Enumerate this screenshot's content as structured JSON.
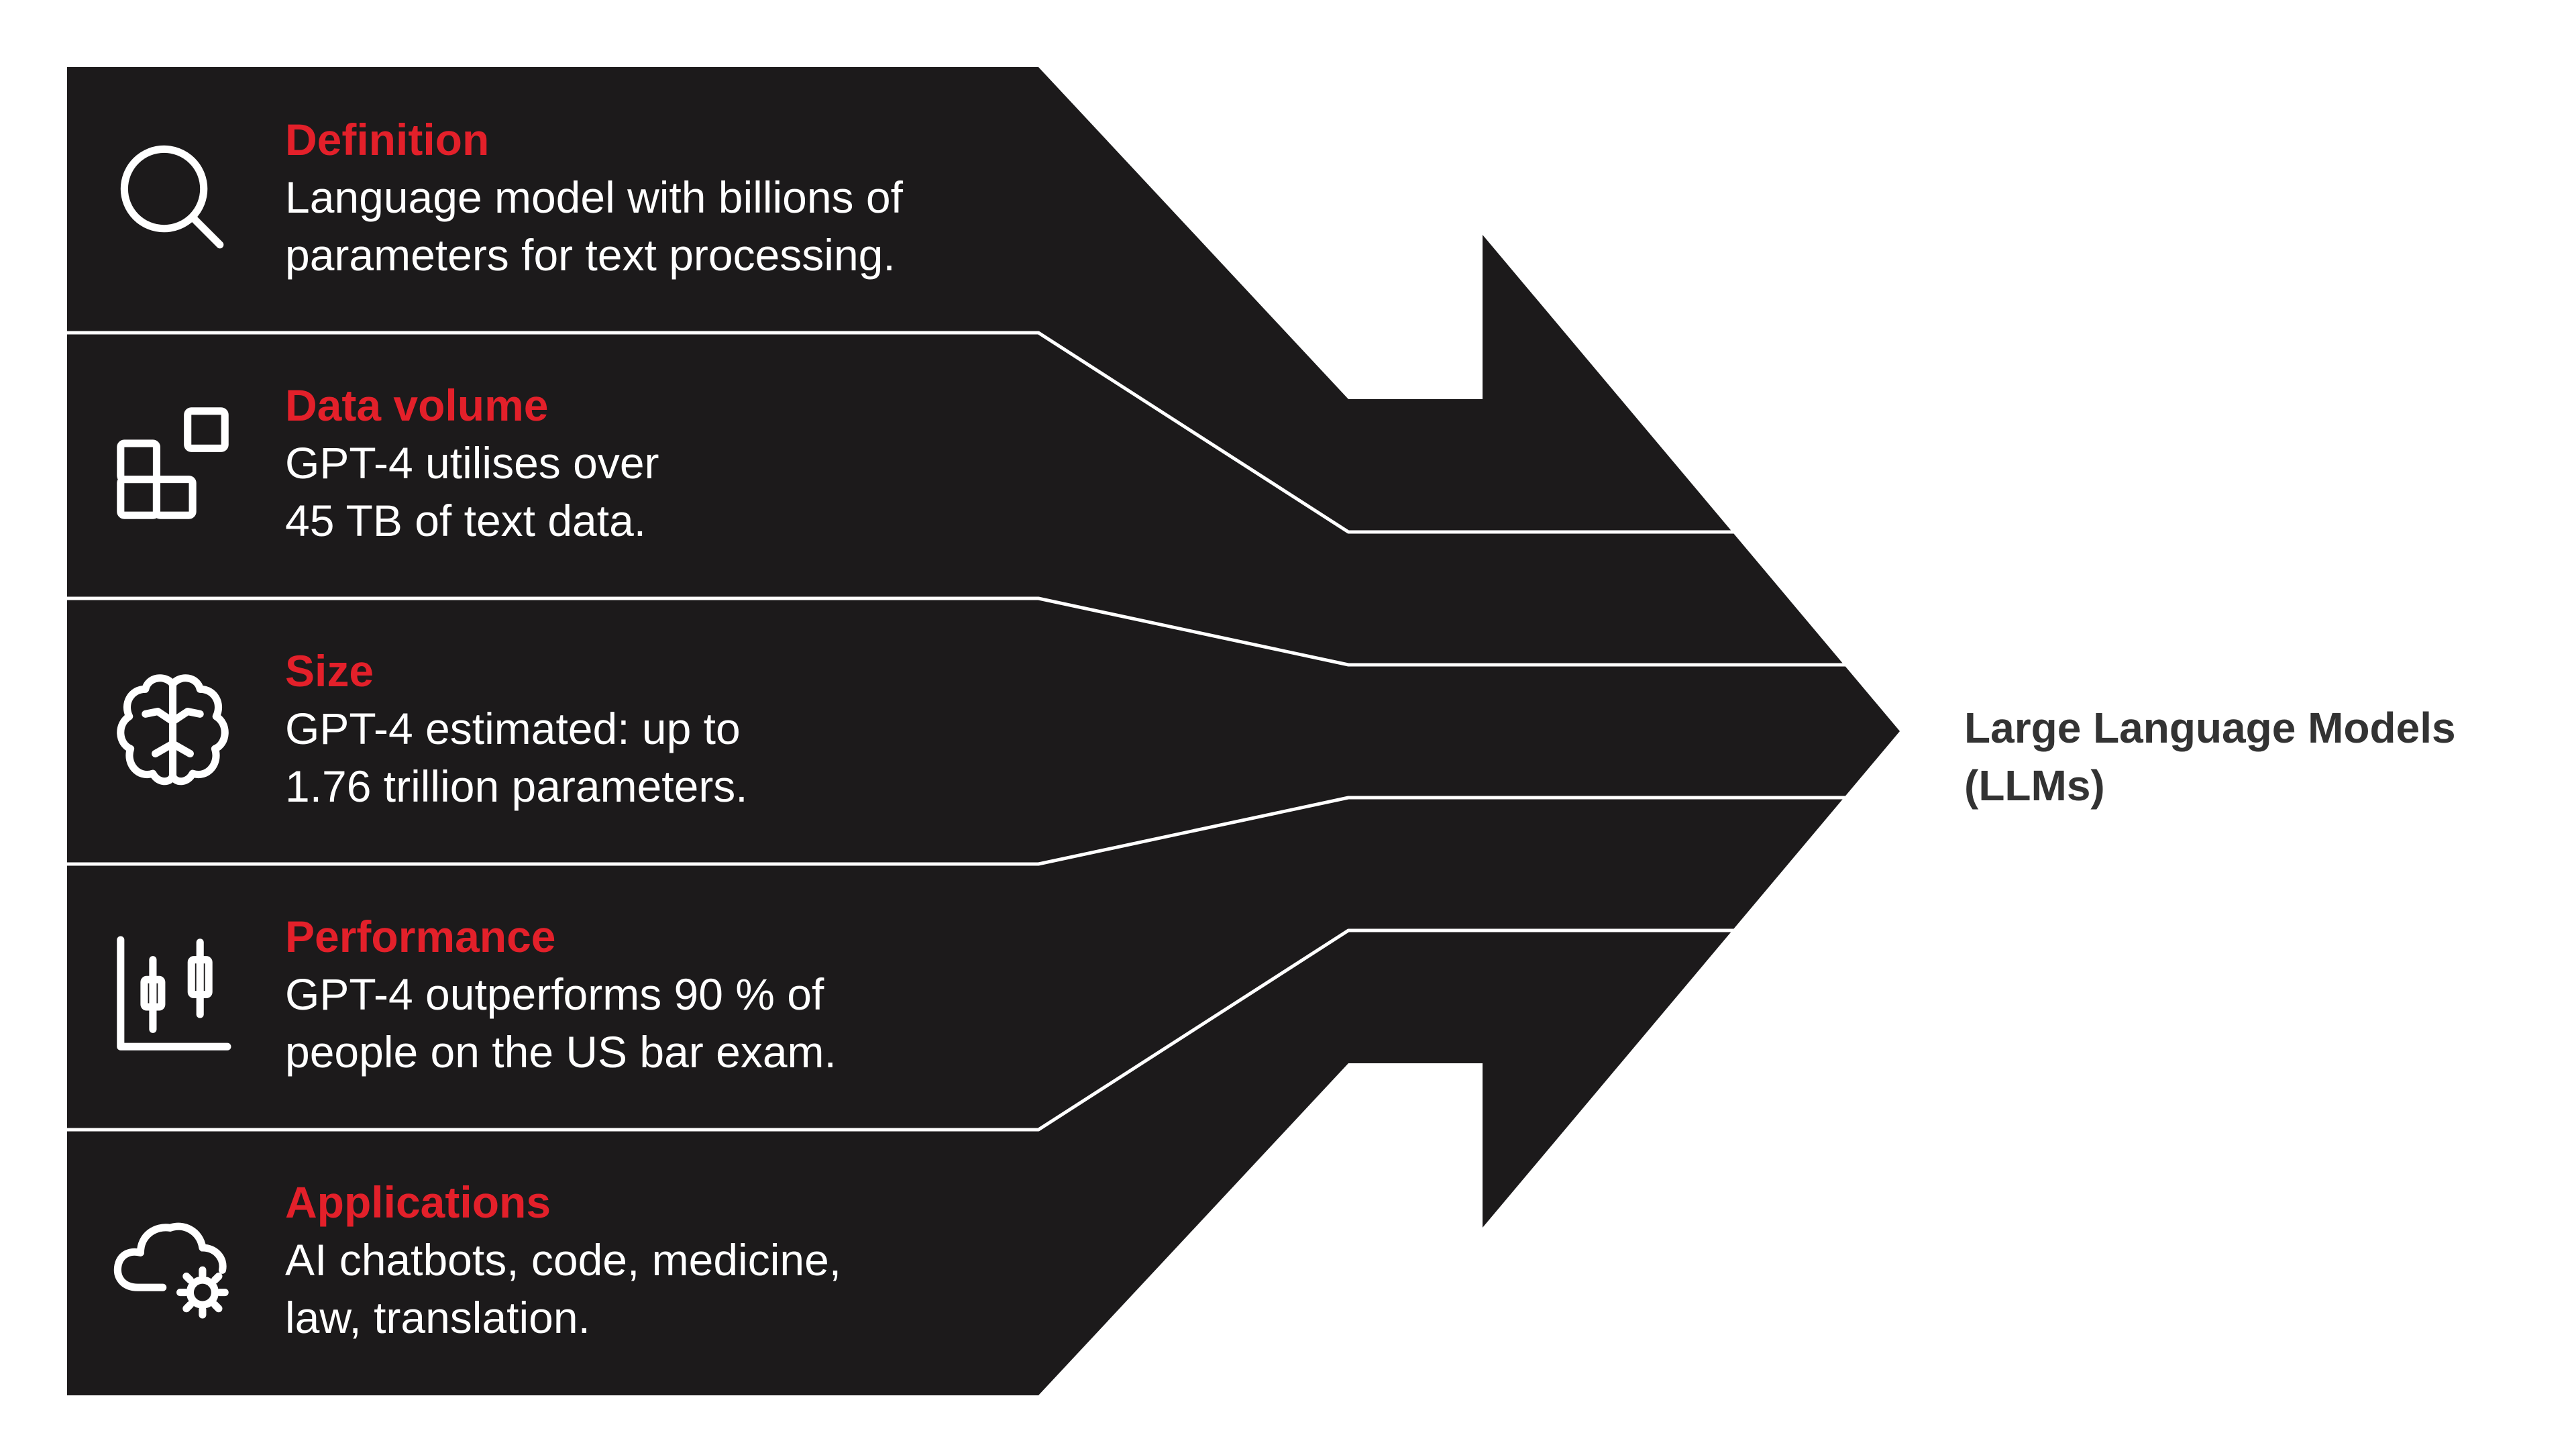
{
  "colors": {
    "background": "#ffffff",
    "arrow_fill": "#1c1a1b",
    "separator": "#ffffff",
    "title_accent": "#e3202a",
    "body_text": "#ffffff",
    "target_text": "#333333"
  },
  "segments": [
    {
      "icon": "magnifier-icon",
      "title": "Definition",
      "description": "Language model with billions of\nparameters for text processing."
    },
    {
      "icon": "blocks-icon",
      "title": "Data volume",
      "description": "GPT-4 utilises over\n45 TB of text data."
    },
    {
      "icon": "brain-icon",
      "title": "Size",
      "description": "GPT-4 estimated: up to\n1.76 trillion parameters."
    },
    {
      "icon": "candlestick-chart-icon",
      "title": "Performance",
      "description": "GPT-4 outperforms 90 % of\npeople on the US bar exam."
    },
    {
      "icon": "cloud-gear-icon",
      "title": "Applications",
      "description": "AI chatbots, code, medicine,\nlaw, translation."
    }
  ],
  "target": {
    "label": "Large Language Models\n(LLMs)"
  }
}
